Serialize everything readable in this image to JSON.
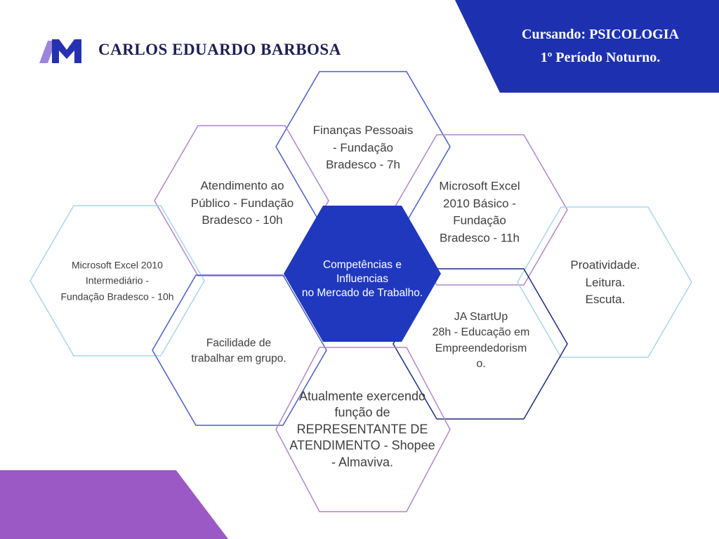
{
  "header": {
    "name": "CARLOS EDUARDO BARBOSA",
    "name_color": "#1c2153",
    "logo": {
      "purple_color": "#9c85dd",
      "blue_color": "#2531b1"
    },
    "banner": {
      "line1": "Cursando: PSICOLOGIA",
      "line2": "1º Período Noturno.",
      "bg_color": "#1d31b0",
      "text_color": "#ffffff"
    }
  },
  "center_hexagon": {
    "text": "Competências e\nInfluencias\nno Mercado de Trabalho.",
    "fill_color": "#2038bd",
    "text_color": "#ffffff"
  },
  "hexagons": [
    {
      "id": "financas-pessoais",
      "text": "Finanças Pessoais\n- Fundação\nBradesco - 7h",
      "outline_color": "#4a5fc9"
    },
    {
      "id": "atendimento-publico",
      "text": "Atendimento ao\nPúblico - Fundação\nBradesco - 10h",
      "outline_color": "#b286cc"
    },
    {
      "id": "excel-basico",
      "text": "Microsoft Excel\n2010 Básico -\nFundação\nBradesco - 11h",
      "outline_color": "#b286cc"
    },
    {
      "id": "excel-intermediario",
      "text": "Microsoft Excel 2010\nIntermediário -\nFundação Bradesco - 10h",
      "outline_color": "#a9d6ea"
    },
    {
      "id": "proatividade",
      "text": "Proatividade.\nLeitura.\nEscuta.",
      "outline_color": "#a9d6ea"
    },
    {
      "id": "facilidade-grupo",
      "text": "Facilidade de\ntrabalhar em grupo.",
      "outline_color": "#4a5fc9"
    },
    {
      "id": "ja-startup",
      "text": "JA StartUp\n28h - Educação em\nEmpreendedorism\no.",
      "outline_color": "#1d2d7c"
    },
    {
      "id": "atual-funcao",
      "text": "Atualmente exercendo\nfunção de\nREPRESENTANTE DE\nATENDIMENTO - Shopee\n- Almaviva.",
      "outline_color": "#b286cc"
    }
  ],
  "decor": {
    "bottom_left_shape_color": "#9a59c5"
  }
}
